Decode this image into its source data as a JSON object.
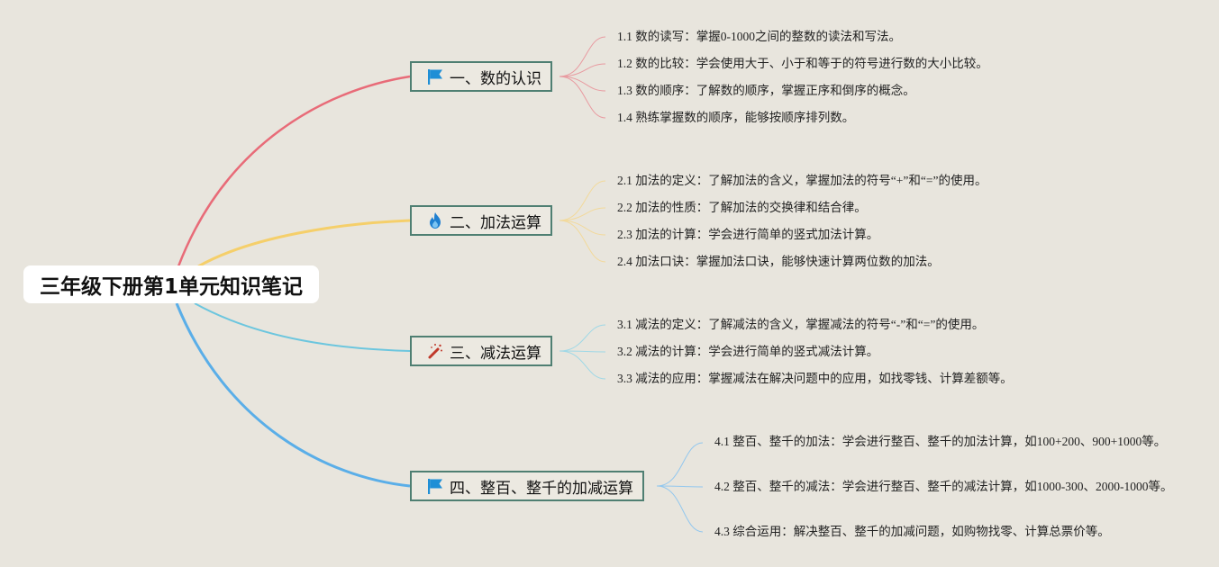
{
  "root": {
    "title": "三年级下册第1单元知识笔记"
  },
  "topics": [
    {
      "title": "一、数的认识",
      "icon": "flag-icon",
      "color": "#e86b78",
      "items": [
        "1.1 数的读写：掌握0-1000之间的整数的读法和写法。",
        "1.2 数的比较：学会使用大于、小于和等于的符号进行数的大小比较。",
        "1.3 数的顺序：了解数的顺序，掌握正序和倒序的概念。",
        "1.4 熟练掌握数的顺序，能够按顺序排列数。"
      ]
    },
    {
      "title": "二、加法运算",
      "icon": "fire-icon",
      "color": "#f5cf6a",
      "items": [
        "2.1 加法的定义：了解加法的含义，掌握加法的符号“+”和“=”的使用。",
        "2.2 加法的性质：了解加法的交换律和结合律。",
        "2.3 加法的计算：学会进行简单的竖式加法计算。",
        "2.4 加法口诀：掌握加法口诀，能够快速计算两位数的加法。"
      ]
    },
    {
      "title": "三、减法运算",
      "icon": "magic-wand-icon",
      "color": "#6cc6de",
      "items": [
        "3.1 减法的定义：了解减法的含义，掌握减法的符号“-”和“=”的使用。",
        "3.2 减法的计算：学会进行简单的竖式减法计算。",
        "3.3 减法的应用：掌握减法在解决问题中的应用，如找零钱、计算差额等。"
      ]
    },
    {
      "title": "四、整百、整千的加减运算",
      "icon": "flag-icon",
      "color": "#5aaee8",
      "items": [
        "4.1 整百、整千的加法：学会进行整百、整千的加法计算，如100+200、900+1000等。",
        "4.2 整百、整千的减法：学会进行整百、整千的减法计算，如1000-300、2000-1000等。",
        "4.3 综合运用：解决整百、整千的加减问题，如购物找零、计算总票价等。"
      ]
    }
  ]
}
